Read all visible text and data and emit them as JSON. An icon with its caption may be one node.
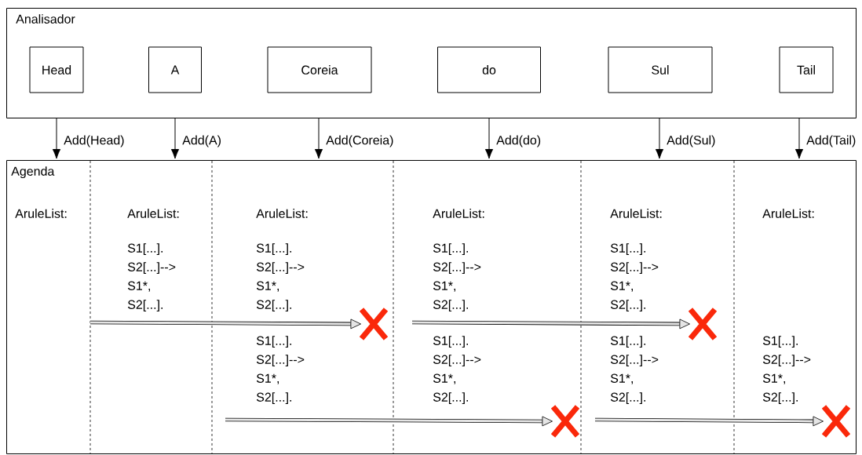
{
  "diagram": {
    "nodes": [
      {
        "text": [
          "Analisador"
        ]
      },
      {
        "text": [
          "Head"
        ],
        "in": 0
      },
      {
        "text": [
          "A"
        ],
        "in": 0
      },
      {
        "text": [
          "Coreia"
        ],
        "in": 0
      },
      {
        "text": [
          "do"
        ],
        "in": 0
      },
      {
        "text": [
          "Sul"
        ],
        "in": 0
      },
      {
        "text": [
          "Tail"
        ],
        "in": 0
      },
      {
        "text": [
          "Agenda"
        ]
      },
      {
        "text": [],
        "shape": "cross",
        "in": 7
      },
      {
        "text": [],
        "shape": "cross",
        "in": 7
      },
      {
        "text": [],
        "shape": "cross",
        "in": 7
      },
      {
        "text": [],
        "shape": "cross",
        "in": 7
      }
    ],
    "edges": [
      {
        "from": 0,
        "to": 7,
        "arrow": "to",
        "label": "Add(Head)"
      },
      {
        "from": 0,
        "to": 7,
        "arrow": "to",
        "label": "Add(A)"
      },
      {
        "from": 0,
        "to": 7,
        "arrow": "to",
        "label": "Add(Coreia)"
      },
      {
        "from": 0,
        "to": 7,
        "arrow": "to",
        "label": "Add(do)"
      },
      {
        "from": 0,
        "to": 7,
        "arrow": "to",
        "label": "Add(Sul)"
      },
      {
        "from": 0,
        "to": 7,
        "arrow": "to",
        "label": "Add(Tail)"
      },
      {
        "from": null,
        "to": 8,
        "arrow": "to",
        "style": "thick"
      },
      {
        "from": null,
        "to": 9,
        "arrow": "to",
        "style": "thick"
      },
      {
        "from": null,
        "to": 10,
        "arrow": "to",
        "style": "thick"
      },
      {
        "from": null,
        "to": 11,
        "arrow": "to",
        "style": "thick"
      }
    ],
    "labels": [
      "AruleList:",
      "AruleList:",
      "AruleList:",
      "AruleList:",
      "AruleList:",
      "AruleList:",
      "S1[...]. S2[...]--> S1*, S2[...].",
      "S1[...]. S2[...]--> S1*, S2[...].",
      "S1[...]. S2[...]--> S1*, S2[...].",
      "S1[...]. S2[...]--> S1*, S2[...].",
      "S1[...]. S2[...]--> S1*, S2[...].",
      "S1[...]. S2[...]--> S1*, S2[...].",
      "S1[...]. S2[...]--> S1*, S2[...].",
      "S1[...]. S2[...]--> S1*, S2[...]."
    ]
  }
}
